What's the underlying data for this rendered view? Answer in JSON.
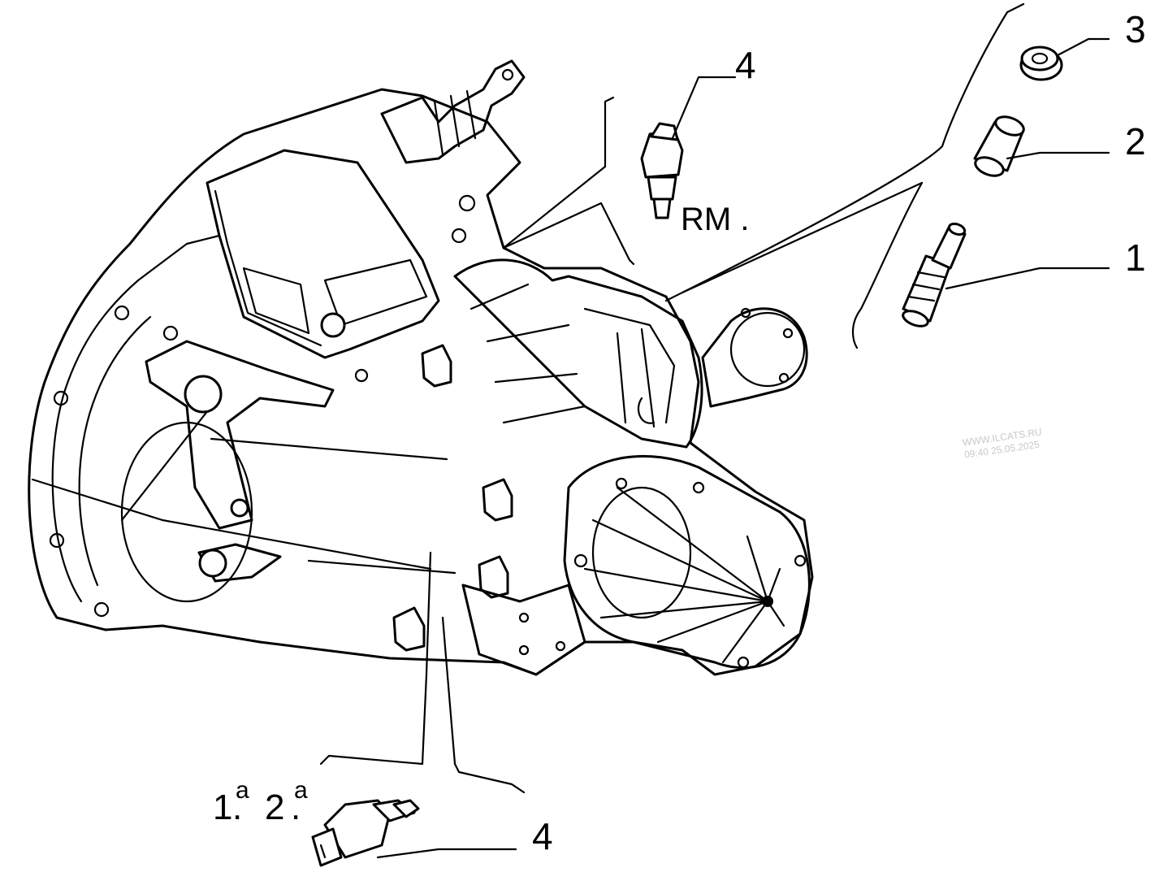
{
  "callouts": {
    "c1": "1",
    "c2": "2",
    "c3": "3",
    "c4_top": "4",
    "c4_bottom": "4"
  },
  "labels": {
    "rm": "RM .",
    "gear_first": "1",
    "gear_first_sup": "a",
    "gear_first_dot": ".",
    "gear_second": "2",
    "gear_second_sup": "a",
    "gear_second_dot": "."
  },
  "watermark": {
    "site": "WWW.ILCATS.RU",
    "timestamp": "09:40 25.05.2025"
  }
}
